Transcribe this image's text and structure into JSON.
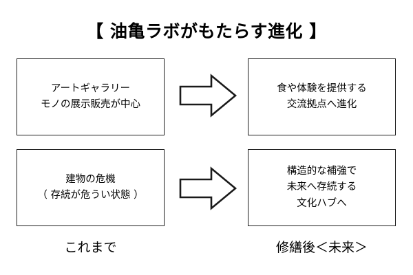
{
  "title": "【 油亀ラボがもたらす進化 】",
  "boxes": {
    "left_top": {
      "lines": [
        "アートギャラリー",
        "モノの展示販売が中心"
      ]
    },
    "right_top": {
      "lines": [
        "食や体験を提供する",
        "交流拠点へ進化"
      ]
    },
    "left_bottom": {
      "lines": [
        "建物の危機",
        "（ 存続が危うい状態 ）"
      ]
    },
    "right_bottom": {
      "lines": [
        "構造的な補強で",
        "未来へ存続する",
        "文化ハブへ"
      ]
    }
  },
  "arrows": {
    "top": "right-arrow-outline",
    "bottom": "right-arrow-outline"
  },
  "captions": {
    "left": "これまで",
    "right": "修繕後＜未来＞"
  },
  "colors": {
    "background": "#ffffff",
    "stroke": "#1a1a1a",
    "text": "#000000"
  }
}
